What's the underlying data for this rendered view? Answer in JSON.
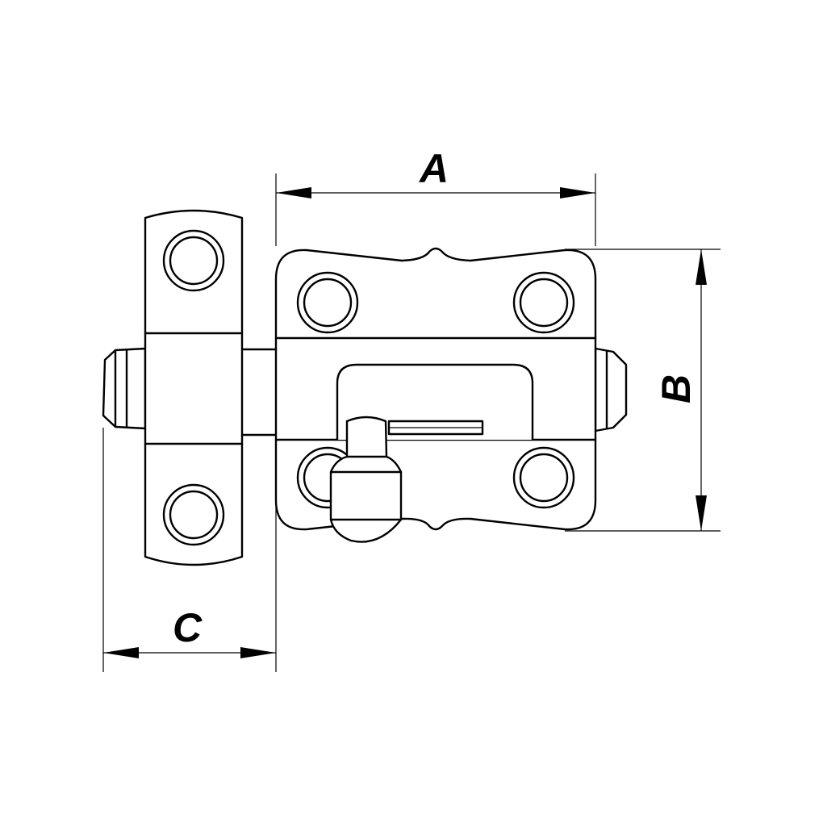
{
  "dimensions": {
    "width_label": "A",
    "height_label": "B",
    "keeper_offset_label": "C"
  }
}
